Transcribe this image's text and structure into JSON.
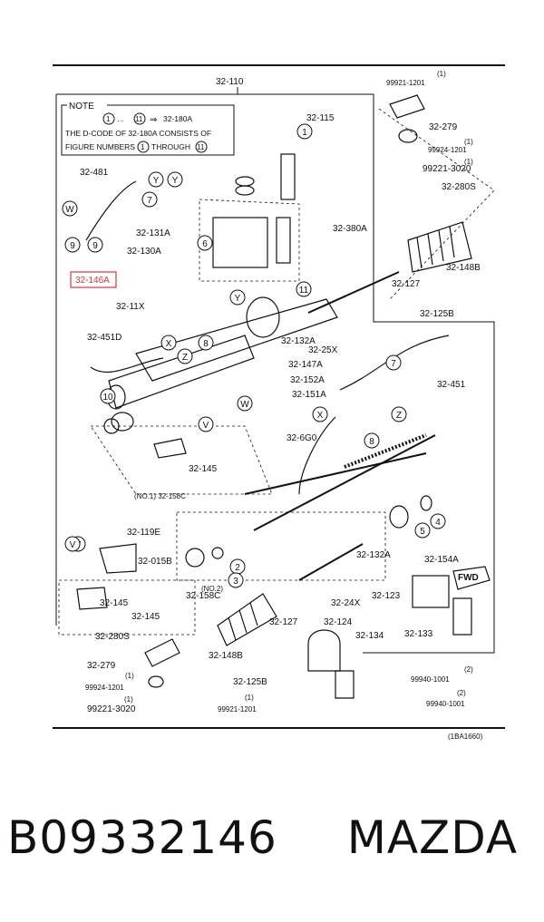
{
  "diagram": {
    "code": "(1BA1660)",
    "note": {
      "title": "NOTE",
      "line1_range_from": "1",
      "line1_range_sep": "…",
      "line1_range_to": "11",
      "line1_arrow": "⇒",
      "line1_target": "32-180A",
      "line2": "THE D-CODE OF 32-180A CONSISTS OF",
      "line3_pre": "FIGURE NUMBERS",
      "line3_n1": "1",
      "line3_mid": "THROUGH",
      "line3_n2": "11"
    },
    "highlight_part": "32-146A",
    "labels": [
      "32-110",
      "99921-1201",
      "(1)",
      "32-115",
      "32-279",
      "99924-1201",
      "(1)",
      "99221-3020",
      "(1)",
      "32-280S",
      "32-481",
      "32-380A",
      "32-131A",
      "32-130A",
      "32-148B",
      "32-127",
      "32-11X",
      "32-125B",
      "32-451D",
      "32-132A",
      "32-25X",
      "32-147A",
      "32-152A",
      "32-451",
      "32-151A",
      "32-6G0",
      "32-145",
      "(NO.1) 32-158C",
      "32-119E",
      "32-015B",
      "32-132A",
      "32-154A",
      "(NO.2)",
      "32-158C",
      "32-145",
      "32-123",
      "32-24X",
      "32-145",
      "32-127",
      "32-124",
      "32-280S",
      "32-134",
      "32-133",
      "32-279",
      "32-148B",
      "(1)",
      "99924-1201",
      "(1)",
      "99221-3020",
      "32-125B",
      "(1)",
      "99921-1201",
      "(2)",
      "99940-1001",
      "(2)",
      "99940-1001",
      "FWD"
    ],
    "callouts": [
      "1",
      "7",
      "9",
      "9",
      "6",
      "11",
      "8",
      "7",
      "10",
      "V",
      "W",
      "X",
      "Y",
      "Z",
      "V",
      "W",
      "X",
      "Y",
      "Z",
      "8",
      "5",
      "4",
      "2",
      "3",
      "V",
      "Y"
    ]
  },
  "caption": {
    "part_number": "B09332146",
    "brand": "MAZDA"
  }
}
